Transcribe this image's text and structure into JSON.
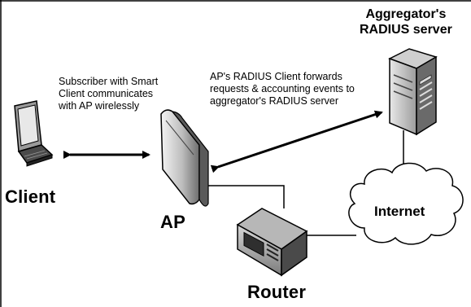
{
  "labels": {
    "client": "Client",
    "ap": "AP",
    "router": "Router",
    "internet": "Internet",
    "aggregator_line1": "Aggregator's",
    "aggregator_line2": "RADIUS server"
  },
  "notes": {
    "subscriber": [
      "Subscriber with Smart",
      "Client communicates",
      "with AP wirelessly"
    ],
    "radius_client": [
      "AP's RADIUS Client forwards",
      "requests & accounting events to",
      "aggregator's RADIUS server"
    ]
  },
  "colors": {
    "line": "#000000",
    "device_dark": "#3a3a3a",
    "device_mid": "#8a8a8a",
    "device_light": "#d9d9d9",
    "cloud_fill": "#ffffff"
  }
}
